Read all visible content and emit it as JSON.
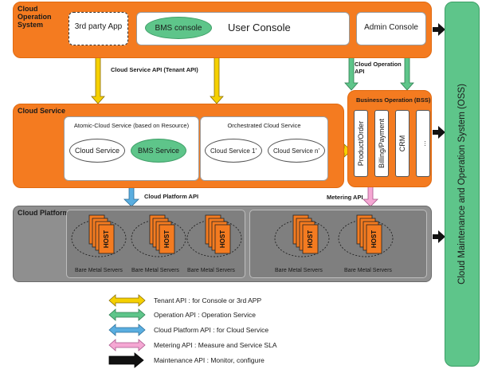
{
  "oss_block": {
    "title": "Cloud Operation System",
    "third_party": "3rd party App",
    "user_console": "User Console",
    "bms_console": "BMS console",
    "admin_console": "Admin Console"
  },
  "cloud_service": {
    "title": "Cloud Service",
    "atomic_title": "Atomic-Cloud Service (based on Resource)",
    "atomic_cloud_service": "Cloud Service",
    "atomic_bms_service": "BMS Service",
    "orchestrated_title": "Orchestrated Cloud Service",
    "cloud_service_1": "Cloud Service 1'",
    "cloud_service_n": "Cloud Service n'"
  },
  "bss": {
    "title": "Business Operation (BSS)",
    "columns": [
      "Product/Order",
      "Billing/Payment",
      "CRM",
      "..."
    ]
  },
  "oss_side": {
    "label": "Cloud Maintenance and Operation System (OSS)"
  },
  "cloud_platform": {
    "title": "Cloud Platform",
    "host_label": "HOST",
    "server_label": "Bare Metal Servers"
  },
  "api_labels": {
    "tenant": "Cloud Service API (Tenant API)",
    "operation": "Cloud  Operation API",
    "platform": "Cloud Platform API",
    "metering": "Metering API"
  },
  "legend": [
    {
      "text": "Tenant API : for Console or 3rd APP",
      "color": "#f5d000"
    },
    {
      "text": "Operation API : Operation Service",
      "color": "#5ec58a"
    },
    {
      "text": "Cloud Platform API : for Cloud Service",
      "color": "#5aaee0"
    },
    {
      "text": "Metering API : Measure and Service SLA",
      "color": "#f5a7d3"
    },
    {
      "text": "Maintenance API : Monitor, configure",
      "color": "#000000"
    }
  ]
}
